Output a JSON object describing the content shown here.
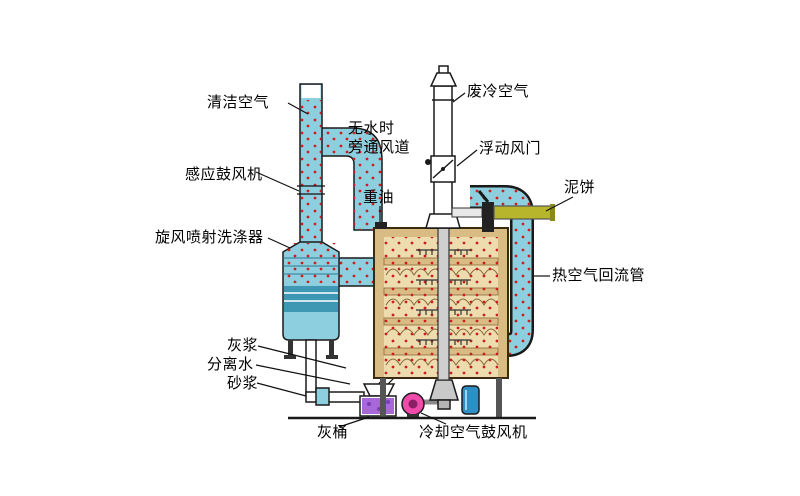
{
  "diagram": {
    "labels": {
      "clean_air": "清洁空气",
      "induced_blower": "感应鼓风机",
      "cyclone_scrubber": "旋风喷射洗涤器",
      "bypass_duct": "无水时\n旁通风道",
      "heavy_oil": "重油",
      "waste_cold_air": "废冷空气",
      "floating_damper": "浮动风门",
      "mud_cake": "泥饼",
      "hot_air_return": "热空气回流管",
      "ash_slurry": "灰浆",
      "separated_water": "分离水",
      "sand_slurry": "砂浆",
      "ash_bucket": "灰桶",
      "cooling_air_blower": "冷却空气鼓风机"
    },
    "colors": {
      "pipe_teal": "#8ecfdf",
      "pipe_teal_dark": "#3e98b4",
      "furnace_beige": "#eddcae",
      "furnace_tan": "#d9bc84",
      "dot_red": "#cc2020",
      "mud_yellow": "#b6b52c",
      "bucket_purple": "#a868d8",
      "blower_pink": "#f04aaa",
      "tank_blue": "#2e8fc4"
    }
  }
}
